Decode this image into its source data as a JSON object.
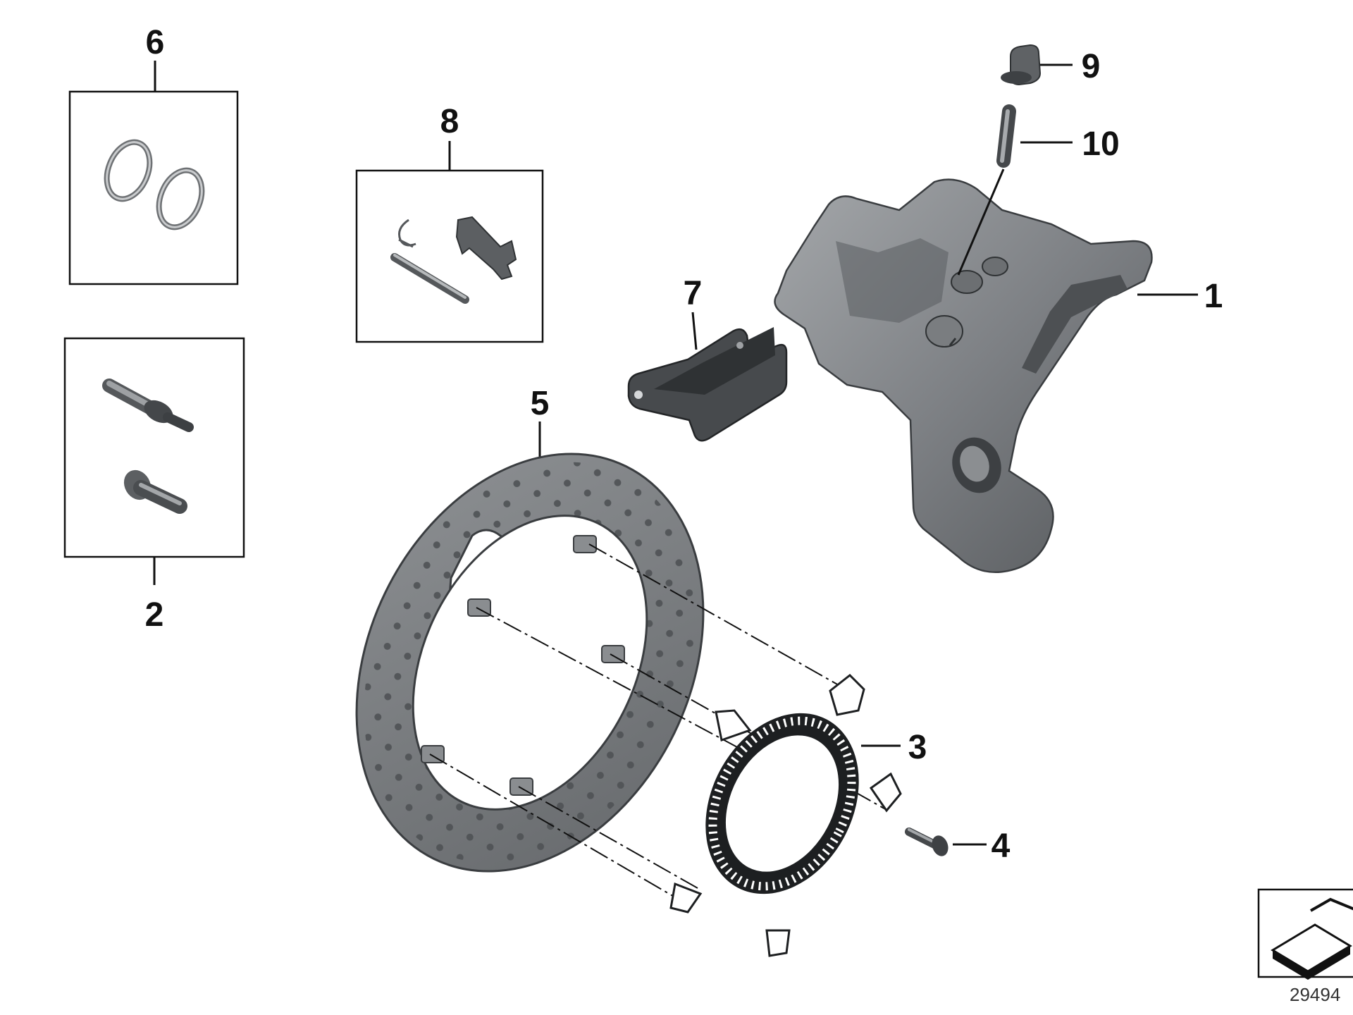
{
  "diagram": {
    "parts": [
      {
        "number": "1",
        "name": "brake-caliper"
      },
      {
        "number": "2",
        "name": "bolt-set"
      },
      {
        "number": "3",
        "name": "sensor-ring"
      },
      {
        "number": "4",
        "name": "screw"
      },
      {
        "number": "5",
        "name": "brake-disc"
      },
      {
        "number": "6",
        "name": "seal-ring-set"
      },
      {
        "number": "7",
        "name": "brake-pads"
      },
      {
        "number": "8",
        "name": "pin-and-spring-set"
      },
      {
        "number": "9",
        "name": "bleeder-cap"
      },
      {
        "number": "10",
        "name": "bleeder-valve"
      }
    ],
    "reference_number": "29494"
  },
  "colors": {
    "line": "#111111",
    "part_gray": "#8a8d90",
    "part_dark": "#4a4c4f",
    "disc_gray": "#7d8083"
  }
}
